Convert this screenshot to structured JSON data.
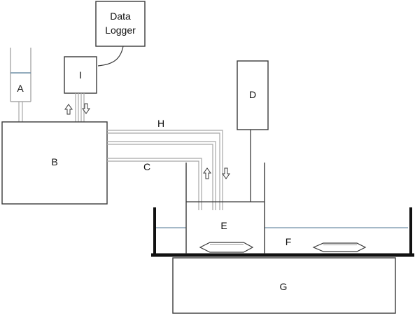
{
  "labels": {
    "data_logger_line1": "Data",
    "data_logger_line2": "Logger",
    "A": "A",
    "B": "B",
    "C": "C",
    "D": "D",
    "E": "E",
    "F": "F",
    "G": "G",
    "H": "H",
    "I": "I"
  },
  "colors": {
    "outline": "#3a3a3a",
    "tube": "#a8a8a8",
    "liquid": "#6f8fa6",
    "tray": "#111111"
  }
}
